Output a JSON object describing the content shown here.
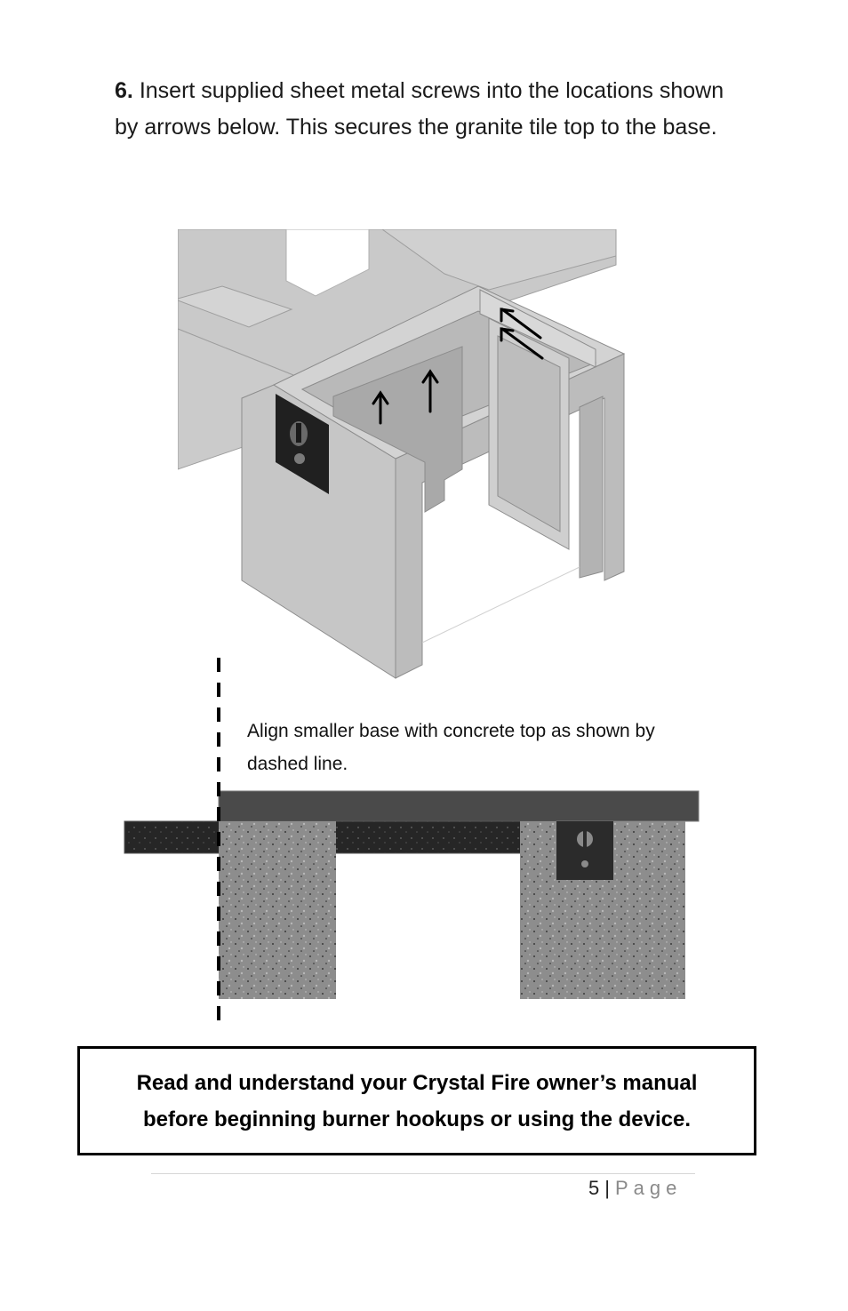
{
  "instruction": {
    "step_number": "6.",
    "text": "Insert supplied sheet metal screws into the locations shown by arrows below. This secures the granite tile top to the base."
  },
  "caption": {
    "line1": "Align smaller base with concrete top as shown by",
    "line2": "dashed line."
  },
  "notice": {
    "line1": "Read and understand your Crystal Fire owner’s manual",
    "line2": "before beginning burner hookups or using the device."
  },
  "footer": {
    "page_number": "5",
    "separator": "|",
    "page_word": "Page"
  }
}
